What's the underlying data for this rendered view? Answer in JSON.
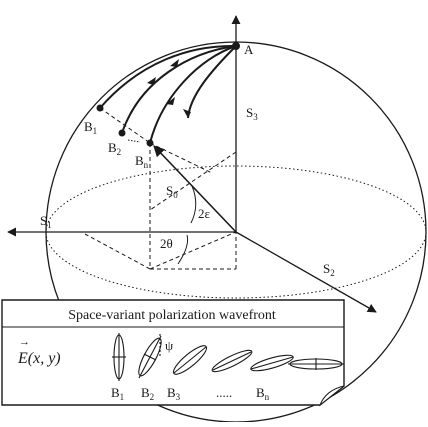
{
  "sphere": {
    "point_A": "A",
    "points_B": [
      {
        "base": "B",
        "sub": "1"
      },
      {
        "base": "B",
        "sub": "2"
      },
      {
        "base": "B",
        "sub": "n"
      }
    ],
    "axes": [
      {
        "base": "S",
        "sub": "1"
      },
      {
        "base": "S",
        "sub": "2"
      },
      {
        "base": "S",
        "sub": "3"
      }
    ],
    "vector": {
      "base": "S",
      "sub": "0"
    },
    "angle_epsilon": "2ε",
    "angle_theta": "2θ"
  },
  "inset": {
    "title": "Space-variant polarization wavefront",
    "field_label": "E(x, y)",
    "field_arrow": "→",
    "psi_label": "ψ",
    "ellipse_labels": [
      {
        "base": "B",
        "sub": "1"
      },
      {
        "base": "B",
        "sub": "2"
      },
      {
        "base": "B",
        "sub": "3"
      },
      {
        "dots": "....."
      },
      {
        "base": "B",
        "sub": "n"
      }
    ]
  }
}
